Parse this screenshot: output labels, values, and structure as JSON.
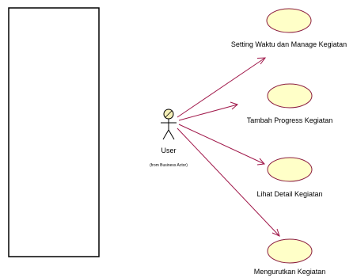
{
  "actor": {
    "name": "User",
    "stereotype": "(from Business Actor)"
  },
  "use_cases": [
    {
      "label": "Setting Waktu dan Manage Kegiatan"
    },
    {
      "label": "Tambah Progress Kegiatan"
    },
    {
      "label": "Lihat Detail Kegiatan"
    },
    {
      "label": "Mengurutkan Kegiatan"
    }
  ],
  "colors": {
    "use_case_fill": "#FFFFC8",
    "use_case_stroke": "#8B1C3F",
    "association": "#A0184A",
    "actor_stroke": "#000000",
    "actor_head_fill": "#F5F0B8",
    "boundary": "#000000"
  }
}
